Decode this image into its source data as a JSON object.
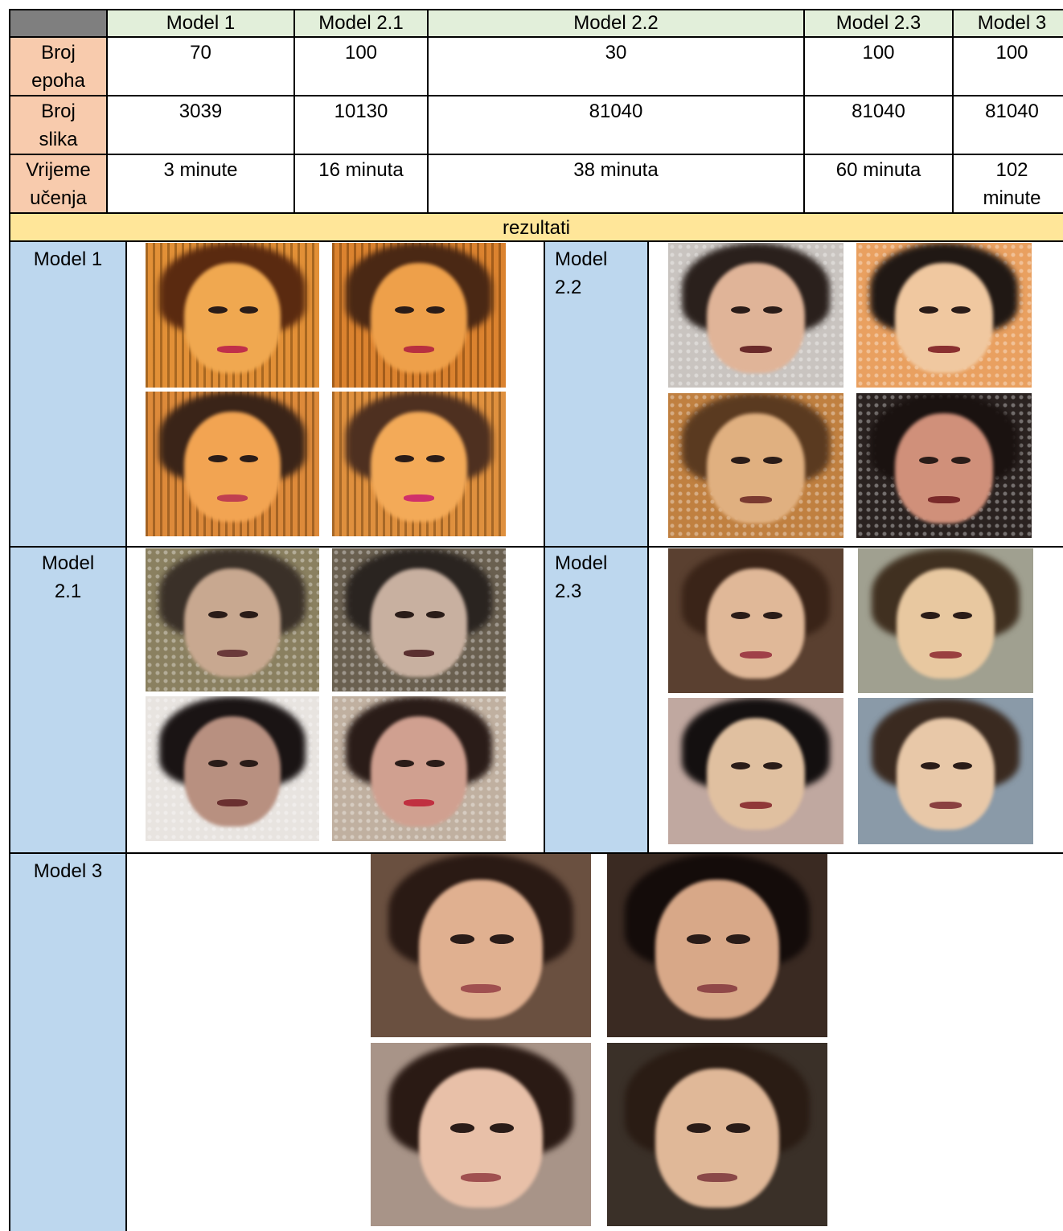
{
  "table": {
    "columns": [
      "Model 1",
      "Model 2.1",
      "Model 2.2",
      "Model 2.3",
      "Model 3"
    ],
    "rows": [
      {
        "label": "Broj\nepoha",
        "values": [
          "70",
          "100",
          "30",
          "100",
          "100"
        ]
      },
      {
        "label": "Broj\nslika",
        "values": [
          "3039",
          "10130",
          "81040",
          "81040",
          "81040"
        ]
      },
      {
        "label": "Vrijeme\nučenja",
        "values": [
          "3 minute",
          "16 minuta",
          "38 minuta",
          "60 minuta",
          "102\nminute"
        ]
      }
    ]
  },
  "results": {
    "title": "rezultati",
    "sections": [
      {
        "label": "Model 1"
      },
      {
        "label": "Model\n2.2"
      },
      {
        "label": "Model\n2.1"
      },
      {
        "label": "Model\n2.3"
      },
      {
        "label": "Model 3"
      }
    ]
  },
  "colors": {
    "header_green": "#e2efda",
    "corner_gray": "#7f7f7f",
    "row_header_orange": "#f8cbad",
    "band_yellow": "#ffe699",
    "label_blue": "#bdd7ee"
  }
}
